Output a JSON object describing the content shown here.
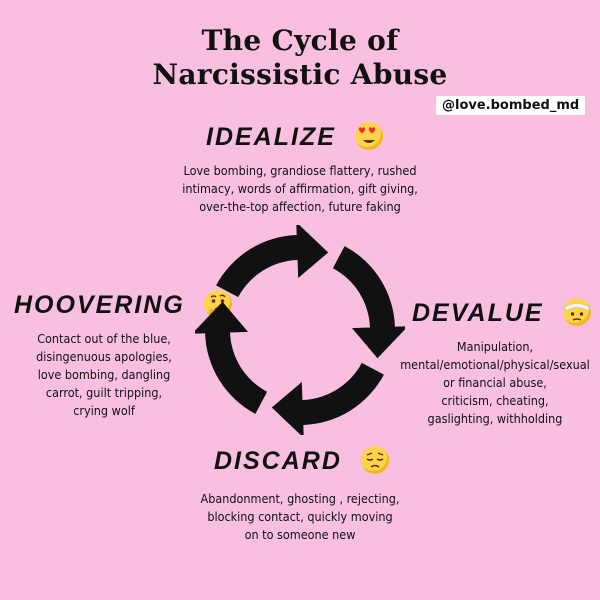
{
  "title": {
    "line1": "The Cycle of",
    "line2": "Narcissistic Abuse"
  },
  "handle": "@love.bombed_md",
  "stages": {
    "idealize": {
      "name": "Idealize",
      "emoji": "heart-eyes-face-icon",
      "lines": [
        "Love bombing, grandiose flattery, rushed",
        "intimacy, words of affirmation, gift giving,",
        "over-the-top affection, future faking"
      ]
    },
    "devalue": {
      "name": "Devalue",
      "emoji": "bandaged-face-icon",
      "lines": [
        "Manipulation,",
        "mental/emotional/physical/sexual",
        "or financial abuse,",
        "criticism, cheating,",
        "gaslighting, withholding"
      ]
    },
    "discard": {
      "name": "Discard",
      "emoji": "pensive-face-icon",
      "lines": [
        "Abandonment, ghosting , rejecting,",
        "blocking contact, quickly moving",
        "on to someone new"
      ]
    },
    "hoovering": {
      "name": "Hoovering",
      "emoji": "thinking-face-icon",
      "lines": [
        "Contact out of the blue,",
        "disingenuous apologies,",
        "love bombing, dangling",
        "carrot, guilt tripping,",
        "crying wolf"
      ]
    }
  },
  "colors": {
    "background": "#f8bfe0",
    "arrows": "#111111",
    "emoji": "#ffd44a"
  }
}
